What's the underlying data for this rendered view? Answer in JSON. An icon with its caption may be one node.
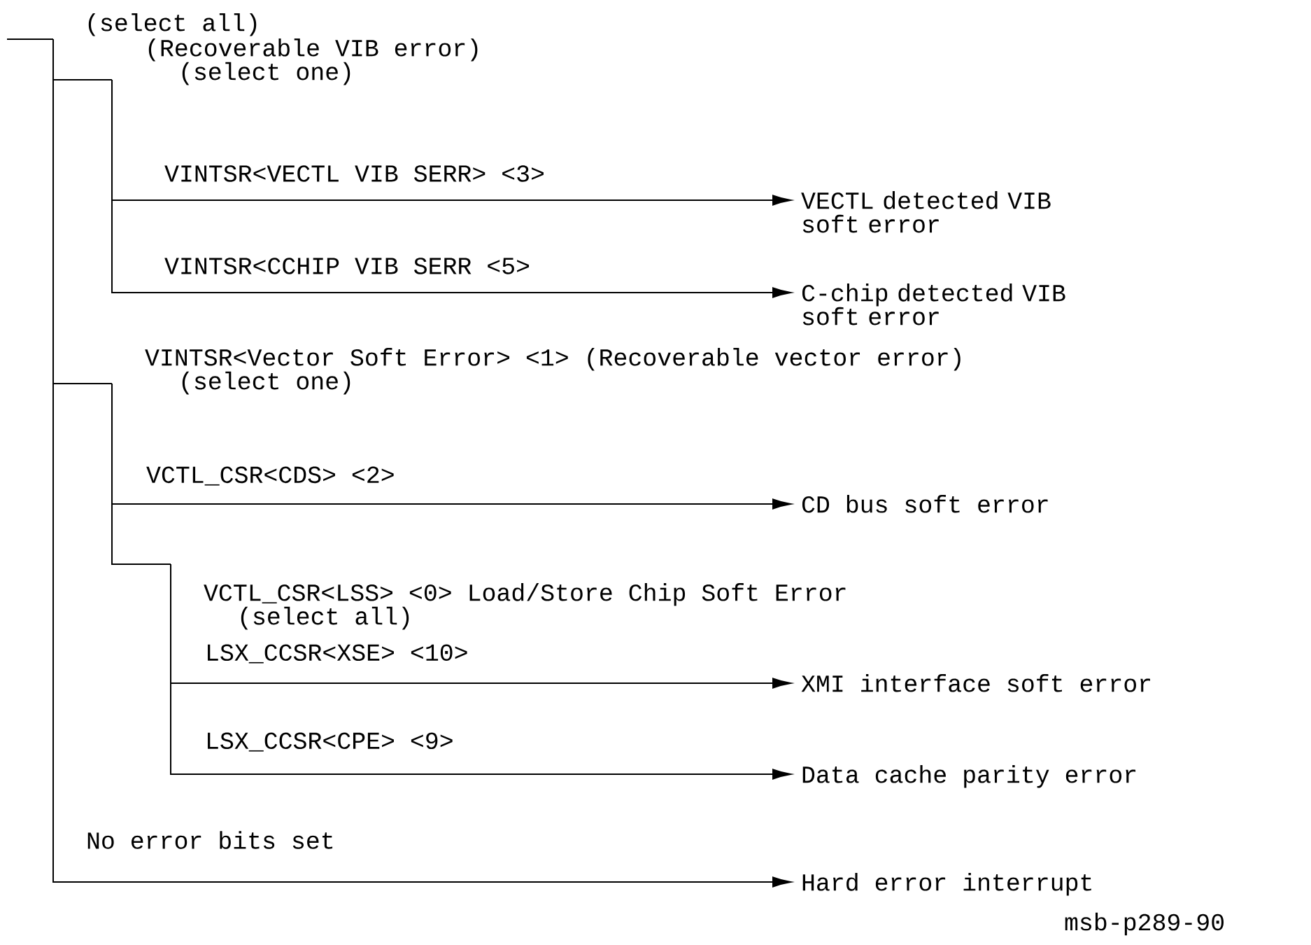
{
  "diagram": {
    "nodes": [
      {
        "text": [
          "(select all)"
        ]
      },
      {
        "text": [
          "(Recoverable VIB error)",
          "(select one)"
        ]
      },
      {
        "text": [
          "VECTL detected VIB soft error"
        ]
      },
      {
        "text": [
          "C-chip detected VIB soft error"
        ]
      },
      {
        "text": [
          "VINTSR<Vector Soft Error>  <1> (Recoverable vector error)",
          "(select one)"
        ]
      },
      {
        "text": [
          "CD bus soft error"
        ]
      },
      {
        "text": [
          "VCTL_CSR<LSS> <0>  Load/Store Chip Soft Error",
          "(select all)"
        ]
      },
      {
        "text": [
          "XMI interface soft error"
        ]
      },
      {
        "text": [
          "Data cache parity error"
        ]
      },
      {
        "text": [
          "Hard error interrupt"
        ]
      }
    ],
    "edges": [
      {
        "from": 0,
        "to": 1,
        "arrow": "none"
      },
      {
        "from": 1,
        "to": 2,
        "arrow": "to",
        "label": "VINTSR<VECTL VIB SERR>  <3>"
      },
      {
        "from": 1,
        "to": 3,
        "arrow": "to",
        "label": "VINTSR<CCHIP VIB SERR  <5>"
      },
      {
        "from": 0,
        "to": 4,
        "arrow": "none"
      },
      {
        "from": 4,
        "to": 5,
        "arrow": "to",
        "label": "VCTL_CSR<CDS>  <2>"
      },
      {
        "from": 4,
        "to": 6,
        "arrow": "none"
      },
      {
        "from": 6,
        "to": 7,
        "arrow": "to",
        "label": "LSX_CCSR<XSE>  <10>"
      },
      {
        "from": 6,
        "to": 8,
        "arrow": "to",
        "label": "LSX_CCSR<CPE>  <9>"
      },
      {
        "from": 0,
        "to": 9,
        "arrow": "to",
        "label": "No error bits set"
      }
    ],
    "labels": [
      "msb-p289-90"
    ]
  }
}
